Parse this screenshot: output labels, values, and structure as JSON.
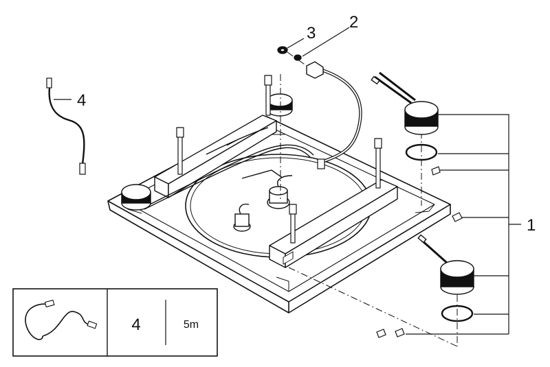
{
  "callouts": {
    "part_1": "1",
    "part_2": "2",
    "part_3": "3",
    "part_4": "4"
  },
  "accessory_table": {
    "quantity": "4",
    "length": "5m"
  }
}
